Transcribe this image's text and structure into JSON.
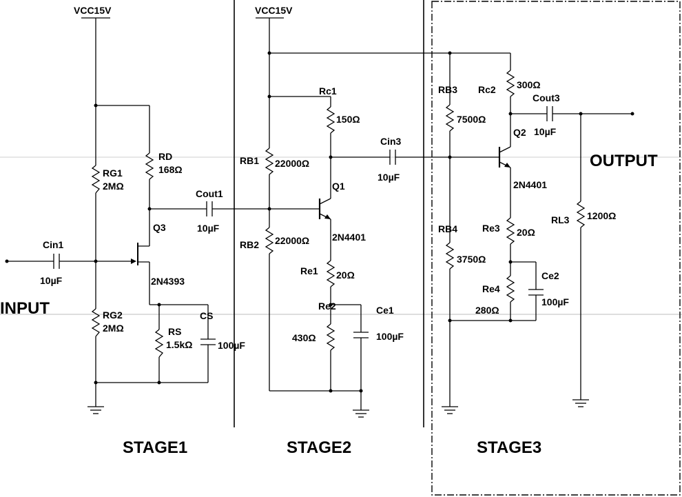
{
  "supply": {
    "vcc1": "VCC15V",
    "vcc2": "VCC15V"
  },
  "io": {
    "input": "INPUT",
    "output": "OUTPUT"
  },
  "stages": [
    "STAGE1",
    "STAGE2",
    "STAGE3"
  ],
  "stage1": {
    "cin1": {
      "name": "Cin1",
      "value": "10µF"
    },
    "rg1": {
      "name": "RG1",
      "value": "2MΩ"
    },
    "rg2": {
      "name": "RG2",
      "value": "2MΩ"
    },
    "rd": {
      "name": "RD",
      "value": "168Ω"
    },
    "q3": {
      "name": "Q3",
      "model": "2N4393"
    },
    "rs": {
      "name": "RS",
      "value": "1.5kΩ"
    },
    "cs": {
      "name": "CS",
      "value": "100µF"
    },
    "cout1": {
      "name": "Cout1",
      "value": "10µF"
    }
  },
  "stage2": {
    "rc1": {
      "name": "Rc1",
      "value": "150Ω"
    },
    "rb1": {
      "name": "RB1",
      "value": "22000Ω"
    },
    "rb2": {
      "name": "RB2",
      "value": "22000Ω"
    },
    "q1": {
      "name": "Q1",
      "model": "2N4401"
    },
    "re1": {
      "name": "Re1",
      "value": "20Ω"
    },
    "re2": {
      "name": "Re2",
      "value": "430Ω"
    },
    "ce1": {
      "name": "Ce1",
      "value": "100µF"
    },
    "cin3": {
      "name": "Cin3",
      "value": "10µF"
    }
  },
  "stage3": {
    "rb3": {
      "name": "RB3",
      "value": "7500Ω"
    },
    "rb4": {
      "name": "RB4",
      "value": "3750Ω"
    },
    "rc2": {
      "name": "Rc2",
      "value": "300Ω"
    },
    "q2": {
      "name": "Q2",
      "model": "2N4401"
    },
    "re3": {
      "name": "Re3",
      "value": "20Ω"
    },
    "re4": {
      "name": "Re4",
      "value": "280Ω"
    },
    "ce2": {
      "name": "Ce2",
      "value": "100µF"
    },
    "cout3": {
      "name": "Cout3",
      "value": "10µF"
    },
    "rl3": {
      "name": "RL3",
      "value": "1200Ω"
    }
  }
}
